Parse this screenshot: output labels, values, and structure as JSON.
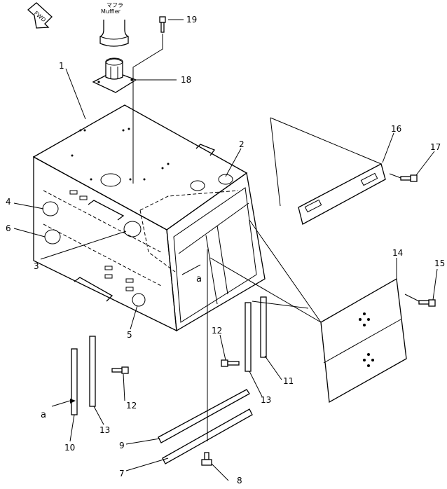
{
  "fwd_badge": "FWD",
  "muffier": {
    "japanese": "マフラ",
    "english": "Muffier"
  },
  "callouts": [
    {
      "id": "c1",
      "label": "1"
    },
    {
      "id": "c2",
      "label": "2"
    },
    {
      "id": "c3",
      "label": "3"
    },
    {
      "id": "c4",
      "label": "4"
    },
    {
      "id": "c5",
      "label": "5"
    },
    {
      "id": "c6",
      "label": "6"
    },
    {
      "id": "c7",
      "label": "7"
    },
    {
      "id": "c8",
      "label": "8"
    },
    {
      "id": "c9",
      "label": "9"
    },
    {
      "id": "c10",
      "label": "10"
    },
    {
      "id": "c11",
      "label": "11"
    },
    {
      "id": "c12a",
      "label": "12"
    },
    {
      "id": "c12b",
      "label": "12"
    },
    {
      "id": "c13a",
      "label": "13"
    },
    {
      "id": "c13b",
      "label": "13"
    },
    {
      "id": "c14",
      "label": "14"
    },
    {
      "id": "c15",
      "label": "15"
    },
    {
      "id": "c16",
      "label": "16"
    },
    {
      "id": "c17",
      "label": "17"
    },
    {
      "id": "c18",
      "label": "18"
    },
    {
      "id": "c19",
      "label": "19"
    }
  ],
  "view_marks": {
    "a_main": "a",
    "a_detail": "a"
  }
}
